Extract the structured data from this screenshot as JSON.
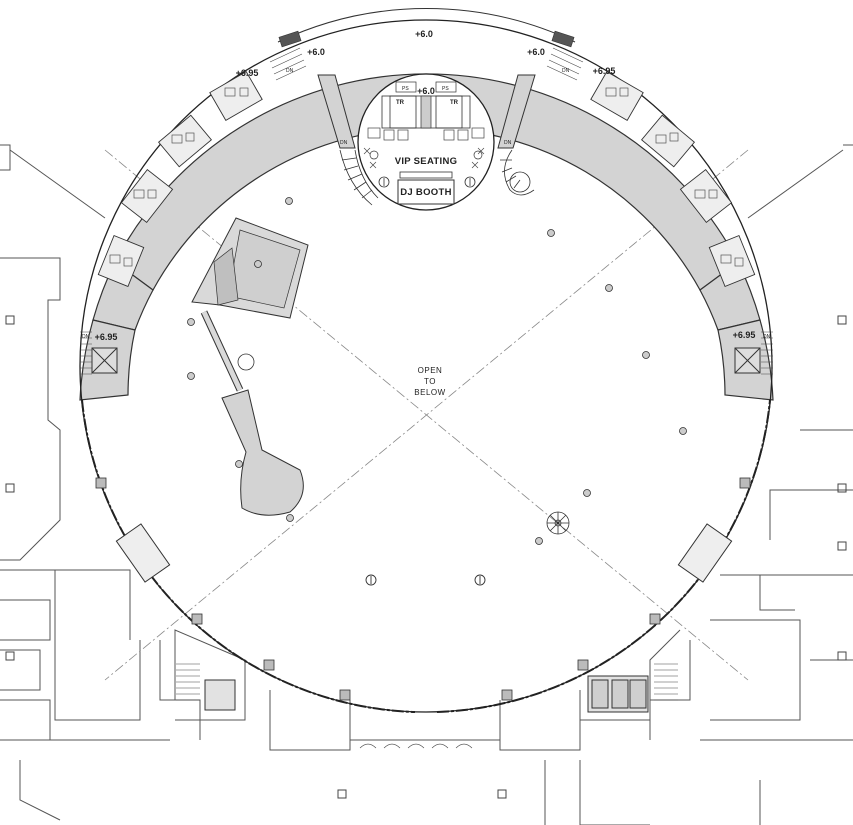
{
  "labels": {
    "vip_seating": "VIP SEATING",
    "dj_booth": "DJ BOOTH",
    "open_line1": "OPEN",
    "open_line2": "TO",
    "open_line3": "BELOW",
    "elev_top": "+6.0",
    "elev_top_left": "+6.0",
    "elev_top_right": "+6.0",
    "elev_booth": "+6.0",
    "elev_upper_left": "+6.95",
    "elev_upper_right": "+6.95",
    "elev_mid_left": "+6.95",
    "elev_mid_right": "+6.95",
    "dn": "DN",
    "toilet": "TR",
    "ps": "PS"
  },
  "colors": {
    "line": "#333333",
    "fill_gray": "#cfcfcf",
    "fill_light": "#e4e4e4",
    "background": "#ffffff"
  }
}
